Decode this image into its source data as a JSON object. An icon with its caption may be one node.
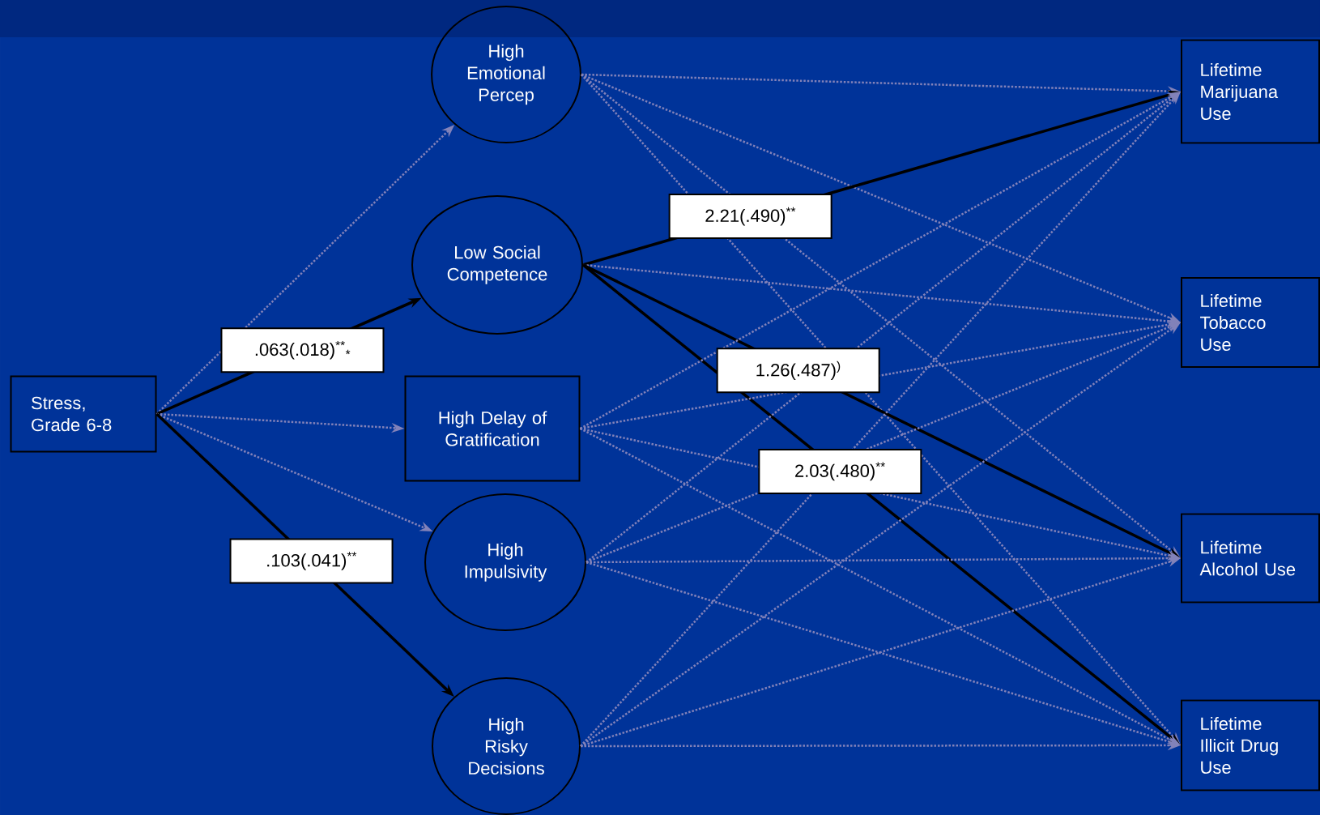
{
  "diagram": {
    "nodes": [
      {
        "text": [
          "Stress, Grade 6-8"
        ]
      },
      {
        "text": [
          "High Emotional Percep"
        ]
      },
      {
        "text": [
          "Low Social Competence"
        ]
      },
      {
        "text": [
          "High Delay of Gratification"
        ]
      },
      {
        "text": [
          "High Impulsivity"
        ]
      },
      {
        "text": [
          "High Risky Decisions"
        ]
      },
      {
        "text": [
          "Lifetime Marijuana Use"
        ]
      },
      {
        "text": [
          "Lifetime Tobacco Use"
        ]
      },
      {
        "text": [
          "Lifetime Alcohol Use"
        ]
      },
      {
        "text": [
          "Lifetime Illicit Drug Use"
        ]
      }
    ],
    "edges": [
      {
        "from": 0,
        "to": 1,
        "arrow": "to",
        "style": "dashed"
      },
      {
        "from": 0,
        "to": 2,
        "arrow": "to",
        "label": ".063(.018)$^{**}$$_{*}$",
        "color": "#000000"
      },
      {
        "from": 0,
        "to": 3,
        "arrow": "to",
        "style": "dashed"
      },
      {
        "from": 0,
        "to": 4,
        "arrow": "to",
        "style": "dashed"
      },
      {
        "from": 0,
        "to": 5,
        "arrow": "to",
        "label": ".103(.041)$^{**}$",
        "color": "#000000"
      },
      {
        "from": 1,
        "to": 6,
        "arrow": "to",
        "style": "dashed"
      },
      {
        "from": 1,
        "to": 7,
        "arrow": "to",
        "style": "dashed"
      },
      {
        "from": 1,
        "to": 8,
        "arrow": "to",
        "style": "dashed"
      },
      {
        "from": 1,
        "to": 9,
        "arrow": "to",
        "style": "dashed"
      },
      {
        "from": 2,
        "to": 6,
        "arrow": "to",
        "label": "2.21(.490)$^{**}$",
        "color": "#000000"
      },
      {
        "from": 2,
        "to": 7,
        "arrow": "to",
        "style": "dashed"
      },
      {
        "from": 2,
        "to": 8,
        "arrow": "to",
        "label": "1.26(.487)$^{)}$",
        "color": "#000000"
      },
      {
        "from": 2,
        "to": 9,
        "arrow": "to",
        "label": "2.03(.480)$^{**}$",
        "color": "#000000"
      },
      {
        "from": 3,
        "to": 6,
        "arrow": "to",
        "style": "dashed"
      },
      {
        "from": 3,
        "to": 7,
        "arrow": "to",
        "style": "dashed"
      },
      {
        "from": 3,
        "to": 8,
        "arrow": "to",
        "style": "dashed"
      },
      {
        "from": 3,
        "to": 9,
        "arrow": "to",
        "style": "dashed"
      },
      {
        "from": 4,
        "to": 6,
        "arrow": "to",
        "style": "dashed"
      },
      {
        "from": 4,
        "to": 7,
        "arrow": "to",
        "style": "dashed"
      },
      {
        "from": 4,
        "to": 8,
        "arrow": "to",
        "style": "dashed"
      },
      {
        "from": 4,
        "to": 9,
        "arrow": "to",
        "style": "dashed"
      },
      {
        "from": 5,
        "to": 6,
        "arrow": "to",
        "style": "dashed"
      },
      {
        "from": 5,
        "to": 7,
        "arrow": "to",
        "style": "dashed"
      },
      {
        "from": 5,
        "to": 8,
        "arrow": "to",
        "style": "dashed"
      },
      {
        "from": 5,
        "to": 9,
        "arrow": "to",
        "style": "dashed"
      }
    ]
  }
}
